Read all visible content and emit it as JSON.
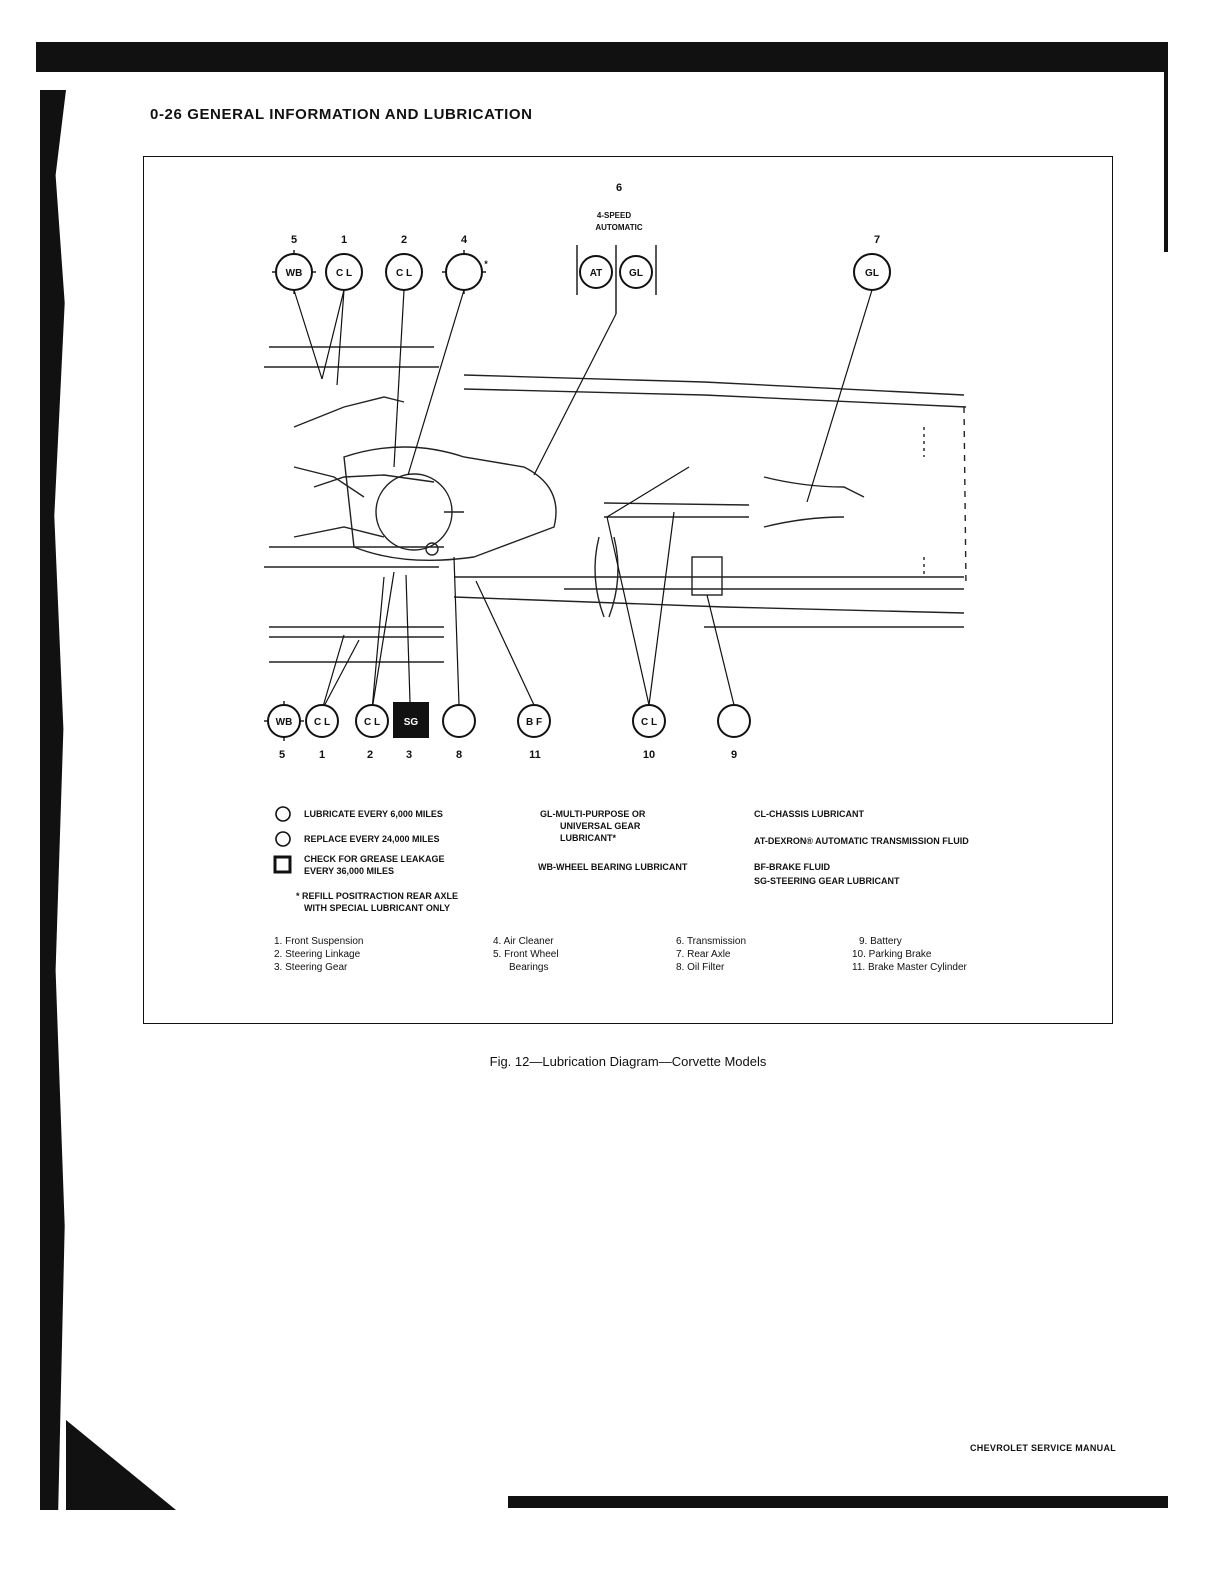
{
  "page": {
    "header": "0-26 GENERAL INFORMATION AND LUBRICATION",
    "caption": "Fig. 12—Lubrication Diagram—Corvette Models",
    "footer": "CHEVROLET SERVICE MANUAL"
  },
  "diagram": {
    "transmission_note": [
      "4-SPEED",
      "AUTOMATIC"
    ],
    "top_numbers": [
      "5",
      "1",
      "2",
      "4",
      "6",
      "7"
    ],
    "bottom_numbers": [
      "5",
      "1",
      "2",
      "3",
      "8",
      "11",
      "10",
      "9"
    ],
    "badges": {
      "wb": "WB",
      "cl": "C L",
      "at": "AT",
      "gl": "GL",
      "sg": "SG",
      "bf": "B F",
      "asterisk": "*"
    }
  },
  "legend": {
    "symbols": [
      "LUBRICATE EVERY 6,000 MILES",
      "REPLACE EVERY 24,000 MILES",
      "CHECK FOR GREASE LEAKAGE",
      "EVERY 36,000 MILES"
    ],
    "positraction": [
      "* REFILL POSITRACTION REAR AXLE",
      "WITH SPECIAL LUBRICANT ONLY"
    ],
    "gl": [
      "GL-MULTI-PURPOSE OR",
      "UNIVERSAL GEAR",
      "LUBRICANT*"
    ],
    "wb": "WB-WHEEL BEARING LUBRICANT",
    "cl": "CL-CHASSIS LUBRICANT",
    "at": "AT-DEXRON® AUTOMATIC TRANSMISSION FLUID",
    "bf": "BF-BRAKE FLUID",
    "sg": "SG-STEERING GEAR LUBRICANT"
  },
  "parts": [
    "1. Front Suspension",
    "2. Steering Linkage",
    "3. Steering Gear",
    "4. Air Cleaner",
    "5. Front Wheel",
    "Bearings",
    "6. Transmission",
    "7. Rear Axle",
    "8. Oil Filter",
    "9. Battery",
    "10. Parking Brake",
    "11. Brake Master Cylinder"
  ]
}
